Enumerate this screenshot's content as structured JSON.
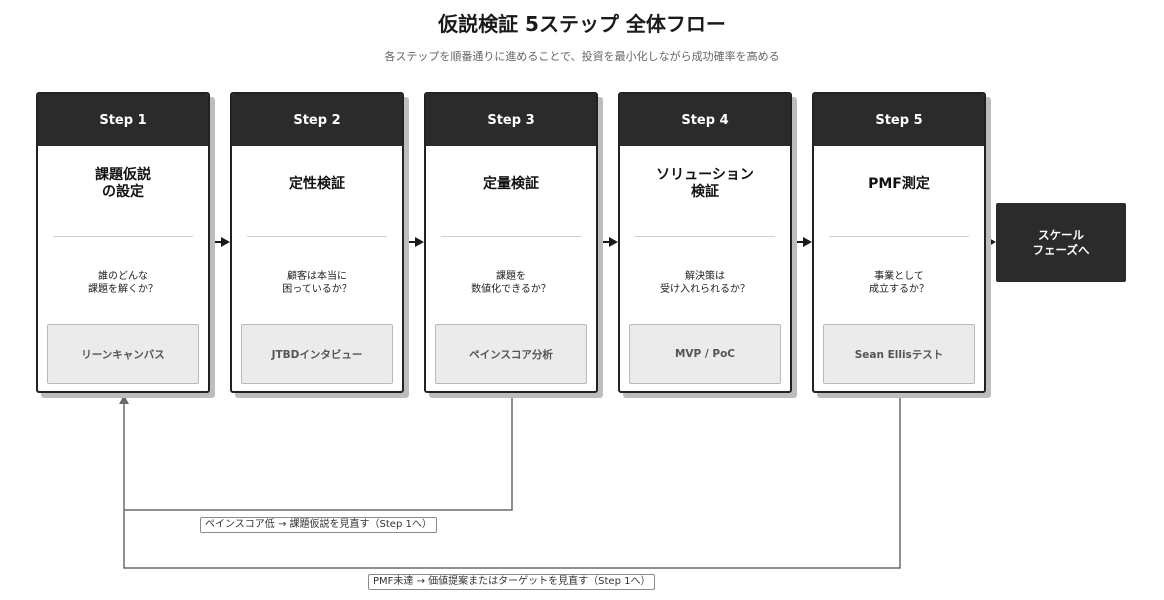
{
  "title": "仮説検証 5ステップ 全体フロー",
  "subtitle": "各ステップを順番通りに進めることで、投資を最小化しながら成功確率を高める",
  "steps": [
    {
      "step": "Step 1",
      "name": "課題仮説\nの設定",
      "question": "誰のどんな\n課題を解くか？",
      "tool": "リーンキャンバス"
    },
    {
      "step": "Step 2",
      "name": "定性検証",
      "question": "顧客は本当に\n困っているか？",
      "tool": "JTBDインタビュー"
    },
    {
      "step": "Step 3",
      "name": "定量検証",
      "question": "課題を\n数値化できるか？",
      "tool": "ペインスコア分析"
    },
    {
      "step": "Step 4",
      "name": "ソリューション\n検証",
      "question": "解決策は\n受け入れられるか？",
      "tool": "MVP / PoC"
    },
    {
      "step": "Step 5",
      "name": "PMF測定",
      "question": "事業として\n成立するか？",
      "tool": "Sean Ellisテスト"
    }
  ],
  "final": "スケール\nフェーズへ",
  "loops": [
    {
      "label": "ペインスコア低 → 課題仮説を見直す（Step 1へ）"
    },
    {
      "label": "PMF未達 → 価値提案またはターゲットを見直す（Step 1へ）"
    }
  ]
}
